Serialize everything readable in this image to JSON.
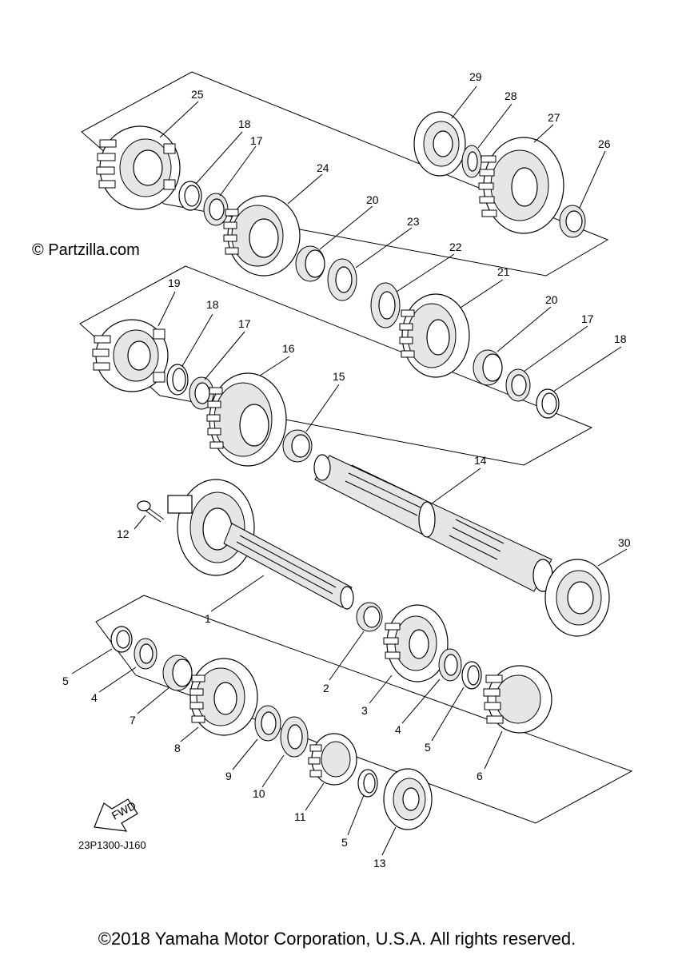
{
  "watermark": "© Partzilla.com",
  "drawing_code": "23P1300-J160",
  "fwd_label": "FWD",
  "copyright": "©2018 Yamaha Motor Corporation, U.S.A. All rights reserved.",
  "callouts": {
    "c1": "1",
    "c2": "2",
    "c3": "3",
    "c4a": "4",
    "c4b": "4",
    "c5a": "5",
    "c5b": "5",
    "c5c": "5",
    "c6": "6",
    "c7": "7",
    "c8": "8",
    "c9": "9",
    "c10": "10",
    "c11": "11",
    "c12": "12",
    "c13": "13",
    "c14": "14",
    "c15": "15",
    "c16": "16",
    "c17a": "17",
    "c17b": "17",
    "c17c": "17",
    "c18a": "18",
    "c18b": "18",
    "c18c": "18",
    "c19": "19",
    "c20a": "20",
    "c20b": "20",
    "c21": "21",
    "c22": "22",
    "c23": "23",
    "c24": "24",
    "c25": "25",
    "c26": "26",
    "c27": "27",
    "c28": "28",
    "c29": "29",
    "c30": "30"
  }
}
